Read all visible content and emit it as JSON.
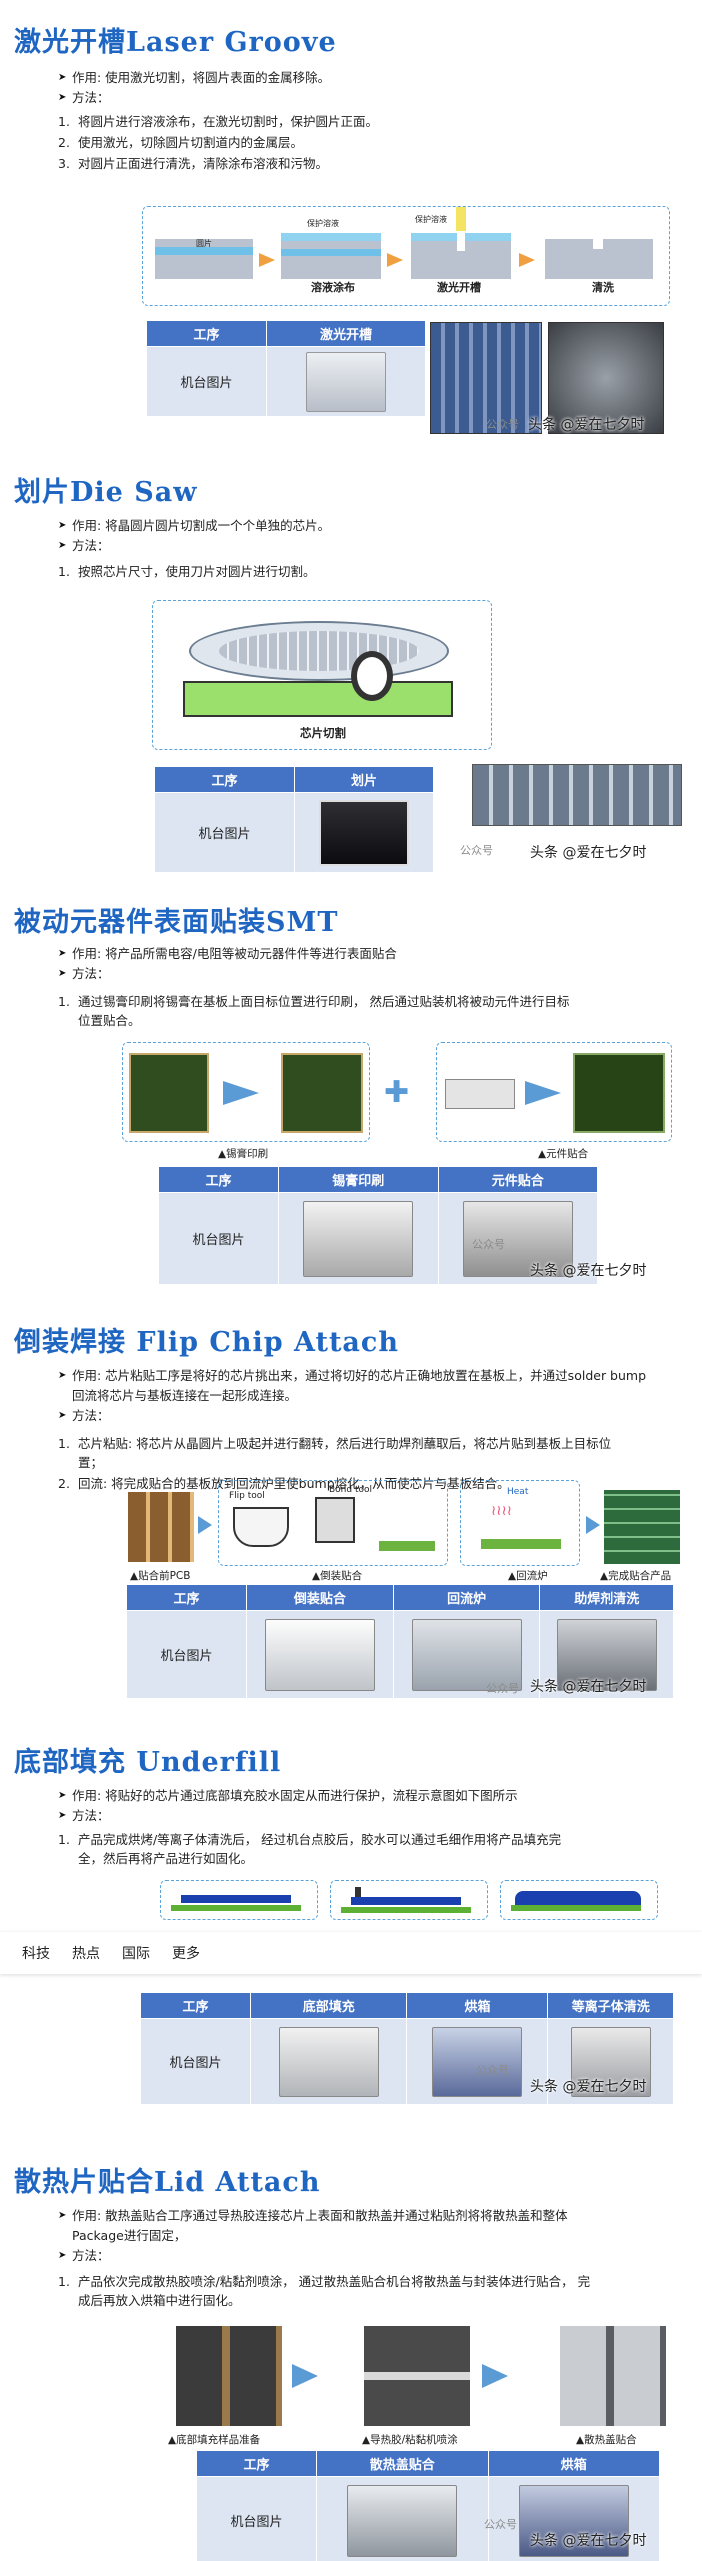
{
  "sections": [
    {
      "title": "激光开槽Laser Groove",
      "bullets": [
        "作用: 使用激光切割，将圆片表面的金属移除。",
        "方法："
      ],
      "steps": [
        "将圆片进行溶液涂布，在激光切割时，保护圆片正面。",
        "使用激光，切除圆片切割道内的金属层。",
        "对圆片正面进行清洗，清除涂布溶液和污物。"
      ],
      "diagram_labels": [
        "圆片",
        "溶液涂布",
        "激光开槽",
        "清洗",
        "保护溶液",
        "保护溶液"
      ],
      "table_headers": [
        "工序",
        "激光开槽"
      ],
      "table_row_label": "机台图片",
      "watermark": "头条 @爱在七夕时",
      "watermark_small": "公众号"
    },
    {
      "title": "划片Die Saw",
      "bullets": [
        "作用: 将晶圆片圆片切割成一个个单独的芯片。",
        "方法："
      ],
      "steps": [
        "按照芯片尺寸，使用刀片对圆片进行切割。"
      ],
      "diagram_label": "芯片切割",
      "table_headers": [
        "工序",
        "划片"
      ],
      "table_row_label": "机台图片",
      "watermark": "头条 @爱在七夕时",
      "watermark_small": "公众号"
    },
    {
      "title": "被动元器件表面贴装SMT",
      "bullets": [
        "作用: 将产品所需电容/电阻等被动元器件件等进行表面贴合",
        "方法："
      ],
      "steps": [
        "通过锡膏印刷将锡膏在基板上面目标位置进行印刷， 然后通过贴装机将被动元件进行目标位置贴合。"
      ],
      "captions": [
        "▲锡膏印刷",
        "▲元件贴合"
      ],
      "table_headers": [
        "工序",
        "锡膏印刷",
        "元件贴合"
      ],
      "table_row_label": "机台图片",
      "watermark": "头条 @爱在七夕时",
      "watermark_small": "公众号"
    },
    {
      "title": "倒装焊接 Flip Chip Attach",
      "bullets": [
        "作用: 芯片粘贴工序是将好的芯片挑出来，通过将切好的芯片正确地放置在基板上，并通过solder bump回流将芯片与基板连接在一起形成连接。",
        "方法："
      ],
      "steps": [
        "芯片粘贴: 将芯片从晶圆片上吸起并进行翻转，然后进行助焊剂蘸取后，将芯片贴到基板上目标位置；",
        "回流: 将完成贴合的基板放到回流炉里使bump熔化，从而使芯片与基板结合。"
      ],
      "diagram_labels": [
        "Flip tool",
        "Bond tool",
        "Heat"
      ],
      "captions": [
        "▲贴合前PCB",
        "▲倒装贴合",
        "▲回流炉",
        "▲完成贴合产品"
      ],
      "table_headers": [
        "工序",
        "倒装贴合",
        "回流炉",
        "助焊剂清洗"
      ],
      "table_row_label": "机台图片",
      "watermark": "头条 @爱在七夕时",
      "watermark_small": "公众号"
    },
    {
      "title": "底部填充 Underfill",
      "bullets": [
        "作用: 将贴好的芯片通过底部填充胶水固定从而进行保护，流程示意图如下图所示",
        "方法："
      ],
      "steps": [
        "产品完成烘烤/等离子体清洗后， 经过机台点胶后，胶水可以通过毛细作用将产品填充完全，然后再将产品进行如固化。"
      ],
      "table_headers": [
        "工序",
        "底部填充",
        "烘箱",
        "等离子体清洗"
      ],
      "table_row_label": "机台图片",
      "watermark": "头条 @爱在七夕时",
      "watermark_small": "公众号"
    },
    {
      "title": "散热片贴合Lid Attach",
      "bullets": [
        "作用: 散热盖贴合工序通过导热胶连接芯片上表面和散热盖并通过粘贴剂将将散热盖和整体Package进行固定，",
        "方法："
      ],
      "steps": [
        "产品依次完成散热胶喷涂/粘黏剂喷涂， 通过散热盖贴合机台将散热盖与封装体进行贴合， 完成后再放入烘箱中进行固化。"
      ],
      "captions": [
        "▲底部填充样品准备",
        "▲导热胶/粘黏机喷涂",
        "▲散热盖贴合"
      ],
      "table_headers": [
        "工序",
        "散热盖贴合",
        "烘箱"
      ],
      "table_row_label": "机台图片",
      "watermark": "头条 @爱在七夕时",
      "watermark_small": "公众号"
    }
  ],
  "navbar": {
    "items": [
      "科技",
      "热点",
      "国际",
      "更多"
    ]
  },
  "colors": {
    "title_blue": "#1f66c2",
    "table_header": "#4472c4",
    "table_cell": "#dde5f2",
    "arrow": "#5b9bd5",
    "orange_arrow": "#f0a040"
  }
}
